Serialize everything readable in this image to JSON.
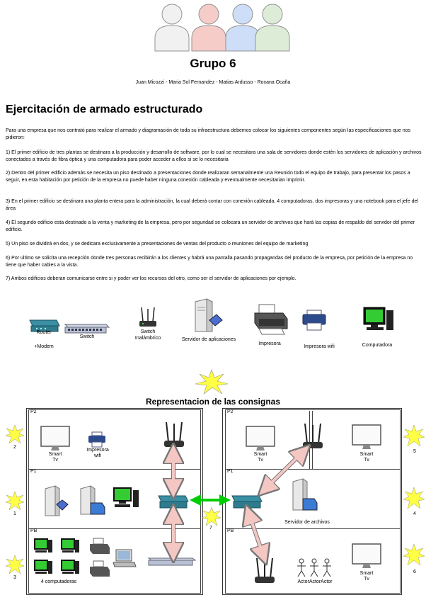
{
  "header": {
    "title": "Grupo 6",
    "authors": "Juan Micozzi - Maria Sol Fernandez  - Matias Ardusso - Roxana Ocaña"
  },
  "document": {
    "heading": "Ejercitación de armado estructurado",
    "intro": "Para una empresa que  nos contrató para realizar el armado y diagramación de toda su infraestructura debemos colocar los siguientes componentes según las especificaciones que nos pidieron:",
    "items": [
      "1) El primer edificio de tres plantas se destinara a la producción y desarrollo de software, por lo cual se necesitara una sala de servidores donde estén los servidores de aplicación y archivos conectados a través de fibra óptica y una computadora para poder acceder a ellos si se lo necesitaria",
      "2) Dentro del primer edificio además se necesita un piso destinado a presentaciones donde realizaran semanalmente una Reunión todo el equipo de trabajo, para presentar los pasos a seguir, en esta habitación por petición de la empresa no puede haber ninguna conexión cableada y eventualmente necesitarian imprimir.",
      "3) En el primer edificio se destinara una planta entera para la administración, la cual deberá contar con conexión cableada, 4 computadoras, dos impresoras y una notebook para el jefe del área",
      "4) El segundo edificio esta destinado a la venta y marketing de la empresa, pero por seguridad se colocara un servidor de archivos que hará las copias de respaldo del servidor del primer edificio.",
      "5) Un piso se dividirá en dos, y se dedicara exclusivamente a presentaciones de ventas del producto o reuniones del equipo de marketing",
      "6) Por ultimo se solicita una recepción donde tres personas recibirán a los clientes y habrá una pantalla pasando propagandas del producto de la empresa, por petición de la empresa no tiene que haber cables a la vista.",
      "7) Ambos edificios deberan comunicarse entre si y poder ver los recursos del otro, como ser el servidor de aplicaciones por ejemplo."
    ]
  },
  "legend": {
    "router": "Router",
    "modem": "+Modem",
    "switch": "Switch",
    "switch_wireless": "Switch\nInalámbrico",
    "app_server": "Servidor de aplicaciones",
    "printer": "Impresora",
    "printer_wifi": "Impresora wifi",
    "computer": "Computadora"
  },
  "diagram": {
    "title": "Representacion de las consignas",
    "floors": {
      "p2": "P2",
      "p1": "P1",
      "pb": "PB"
    },
    "numbers": {
      "n1": "1",
      "n2": "2",
      "n3": "3",
      "n4": "4",
      "n5": "5",
      "n6": "6",
      "n7": "7"
    },
    "labels": {
      "smart_tv": "Smart\nTv",
      "printer_wifi": "Impresora\nwifi",
      "four_computers": "4 computadoras",
      "file_server": "Servidor de archivos",
      "actors": "ActorActorActor"
    }
  },
  "colors": {
    "star": "#ffff44",
    "arrow_pink": "#f4c7c3",
    "arrow_green": "#00cc00",
    "router_body": "#2d7b8c"
  }
}
